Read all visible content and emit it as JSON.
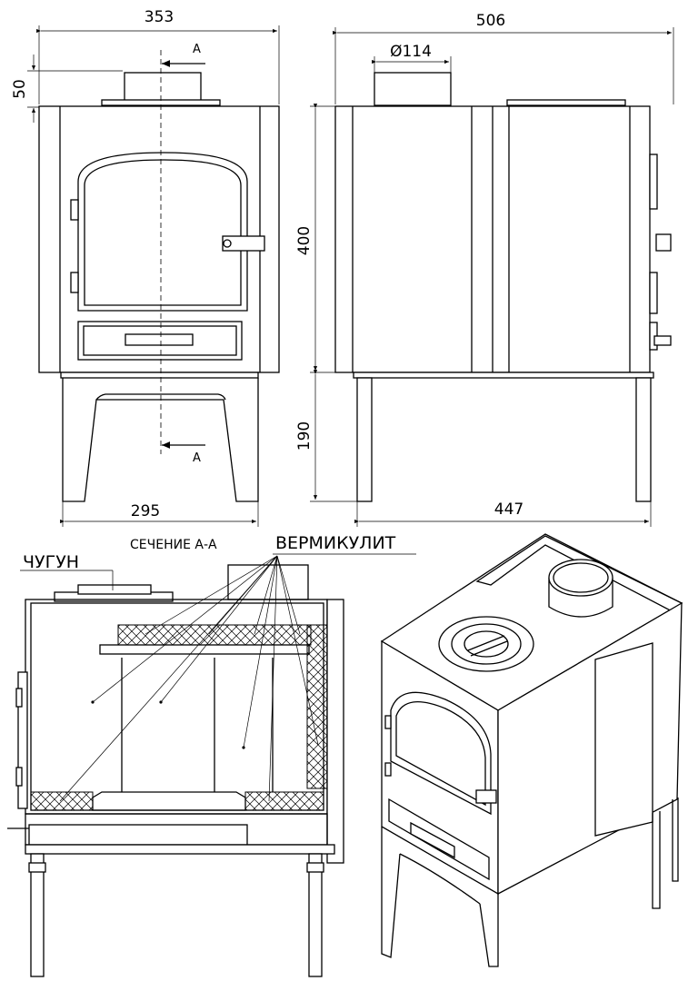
{
  "dimensions": {
    "width_front": "353",
    "depth_total": "506",
    "pipe_height": "50",
    "pipe_diameter": "Ø114",
    "body_height": "400",
    "leg_height": "190",
    "base_width": "295",
    "base_depth": "447"
  },
  "section_marks": {
    "top": "A",
    "bottom": "A"
  },
  "labels": {
    "section_title": "СЕЧЕНИЕ А-А",
    "cast_iron": "ЧУГУН",
    "vermiculite": "ВЕРМИКУЛИТ"
  }
}
